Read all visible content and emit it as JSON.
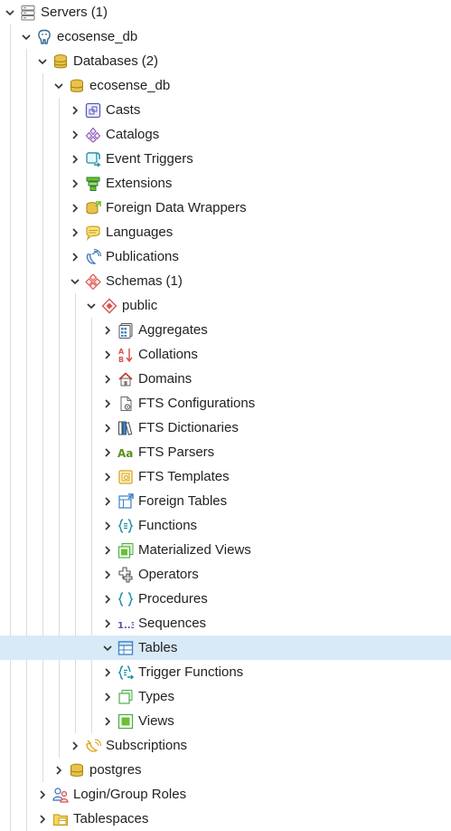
{
  "tree": {
    "nodes": [
      {
        "label": "Servers",
        "count": "(1)",
        "icon": "servers-icon",
        "depth": 0,
        "expanded": true
      },
      {
        "label": "ecosense_db",
        "icon": "postgres-elephant-icon",
        "depth": 1,
        "expanded": true
      },
      {
        "label": "Databases",
        "count": "(2)",
        "icon": "databases-icon",
        "depth": 2,
        "expanded": true
      },
      {
        "label": "ecosense_db",
        "icon": "database-icon",
        "depth": 3,
        "expanded": true
      },
      {
        "label": "Casts",
        "icon": "casts-icon",
        "depth": 4,
        "expanded": false
      },
      {
        "label": "Catalogs",
        "icon": "catalogs-icon",
        "depth": 4,
        "expanded": false
      },
      {
        "label": "Event Triggers",
        "icon": "event-triggers-icon",
        "depth": 4,
        "expanded": false
      },
      {
        "label": "Extensions",
        "icon": "extensions-icon",
        "depth": 4,
        "expanded": false
      },
      {
        "label": "Foreign Data Wrappers",
        "icon": "foreign-data-wrappers-icon",
        "depth": 4,
        "expanded": false
      },
      {
        "label": "Languages",
        "icon": "languages-icon",
        "depth": 4,
        "expanded": false
      },
      {
        "label": "Publications",
        "icon": "publications-icon",
        "depth": 4,
        "expanded": false
      },
      {
        "label": "Schemas",
        "count": "(1)",
        "icon": "schemas-icon",
        "depth": 4,
        "expanded": true
      },
      {
        "label": "public",
        "icon": "schema-icon",
        "depth": 5,
        "expanded": true
      },
      {
        "label": "Aggregates",
        "icon": "aggregates-icon",
        "depth": 6,
        "expanded": false
      },
      {
        "label": "Collations",
        "icon": "collations-icon",
        "depth": 6,
        "expanded": false
      },
      {
        "label": "Domains",
        "icon": "domains-icon",
        "depth": 6,
        "expanded": false
      },
      {
        "label": "FTS Configurations",
        "icon": "fts-configurations-icon",
        "depth": 6,
        "expanded": false
      },
      {
        "label": "FTS Dictionaries",
        "icon": "fts-dictionaries-icon",
        "depth": 6,
        "expanded": false
      },
      {
        "label": "FTS Parsers",
        "icon": "fts-parsers-icon",
        "depth": 6,
        "expanded": false,
        "icon_text": "Aa"
      },
      {
        "label": "FTS Templates",
        "icon": "fts-templates-icon",
        "depth": 6,
        "expanded": false
      },
      {
        "label": "Foreign Tables",
        "icon": "foreign-tables-icon",
        "depth": 6,
        "expanded": false
      },
      {
        "label": "Functions",
        "icon": "functions-icon",
        "depth": 6,
        "expanded": false
      },
      {
        "label": "Materialized Views",
        "icon": "materialized-views-icon",
        "depth": 6,
        "expanded": false
      },
      {
        "label": "Operators",
        "icon": "operators-icon",
        "depth": 6,
        "expanded": false
      },
      {
        "label": "Procedures",
        "icon": "procedures-icon",
        "depth": 6,
        "expanded": false
      },
      {
        "label": "Sequences",
        "icon": "sequences-icon",
        "depth": 6,
        "expanded": false,
        "icon_text": "1..3"
      },
      {
        "label": "Tables",
        "icon": "tables-icon",
        "depth": 6,
        "expanded": true,
        "selected": true
      },
      {
        "label": "Trigger Functions",
        "icon": "trigger-functions-icon",
        "depth": 6,
        "expanded": false
      },
      {
        "label": "Types",
        "icon": "types-icon",
        "depth": 6,
        "expanded": false
      },
      {
        "label": "Views",
        "icon": "views-icon",
        "depth": 6,
        "expanded": false
      },
      {
        "label": "Subscriptions",
        "icon": "subscriptions-icon",
        "depth": 4,
        "expanded": false
      },
      {
        "label": "postgres",
        "icon": "database-icon",
        "depth": 3,
        "expanded": false
      },
      {
        "label": "Login/Group Roles",
        "icon": "login-group-roles-icon",
        "depth": 2,
        "expanded": false
      },
      {
        "label": "Tablespaces",
        "icon": "tablespaces-icon",
        "depth": 2,
        "expanded": false
      }
    ]
  },
  "colors": {
    "selection_bg": "#d8eaf7",
    "text": "#222222",
    "chevron": "#333333",
    "guide_line": "#dcdcdc",
    "database_gold": "#c9a227",
    "schema_red": "#d9534f",
    "object_blue": "#3b82c4",
    "object_green": "#6cbf2f",
    "catalog_purple": "#8e5bb5",
    "functions_teal": "#1f8fa8"
  }
}
